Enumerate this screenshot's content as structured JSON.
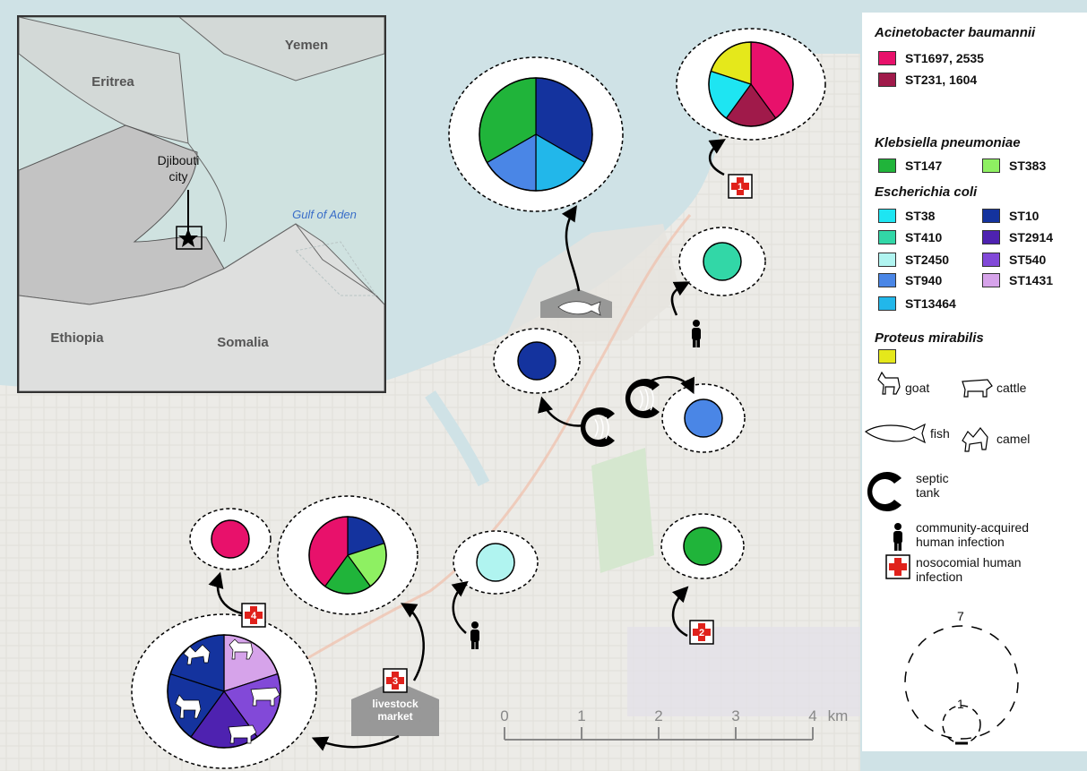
{
  "inset": {
    "countries": [
      "Yemen",
      "Eritrea",
      "Ethiopia",
      "Somalia"
    ],
    "city": "Djibouti\ncity",
    "sea": "Gulf of Aden"
  },
  "scalebar": {
    "ticks": [
      "0",
      "1",
      "2",
      "3",
      "4"
    ],
    "unit": "km"
  },
  "site_labels": {
    "market": "livestock\nmarket"
  },
  "hospital_numbers": [
    "1",
    "2",
    "3",
    "4"
  ],
  "legend": {
    "groups": [
      {
        "title": "Acinetobacter baumannii",
        "items": [
          {
            "label": "ST1697, 2535",
            "color": "#e8116b"
          },
          {
            "label": "ST231, 1604",
            "color": "#a01a4a"
          }
        ]
      },
      {
        "title": "Klebsiella pneumoniae",
        "items": [
          {
            "label": "ST147",
            "color": "#20b43a"
          },
          {
            "label": "ST383",
            "color": "#8ef062"
          }
        ]
      },
      {
        "title": "Escherichia coli",
        "items": [
          {
            "label": "ST38",
            "color": "#1ee5f2"
          },
          {
            "label": "ST410",
            "color": "#32d7a7"
          },
          {
            "label": "ST2450",
            "color": "#b0f4f0"
          },
          {
            "label": "ST940",
            "color": "#4a86e6"
          },
          {
            "label": "ST13464",
            "color": "#22b7ea"
          },
          {
            "label": "ST10",
            "color": "#14339e"
          },
          {
            "label": "ST2914",
            "color": "#4e22b0"
          },
          {
            "label": "ST540",
            "color": "#8249d8"
          },
          {
            "label": "ST1431",
            "color": "#d6a3ea"
          }
        ]
      },
      {
        "title": "Proteus mirabilis",
        "items": [
          {
            "label": "",
            "color": "#e5e81b"
          }
        ]
      }
    ],
    "icons": {
      "goat": "goat",
      "cattle": "cattle",
      "fish": "fish",
      "camel": "camel",
      "septic": "septic\ntank",
      "community": "community-acquired\nhuman infection",
      "nosocomial": "nosocomial human\ninfection"
    },
    "size_scale": {
      "max": "7",
      "min": "1"
    }
  },
  "colors": {
    "sea": "#cfe2e6",
    "land": "#eceae6",
    "inset_land": "#c6c6c6",
    "inset_sea": "#cfe2e0",
    "hospital_cross": "#e0211b"
  }
}
